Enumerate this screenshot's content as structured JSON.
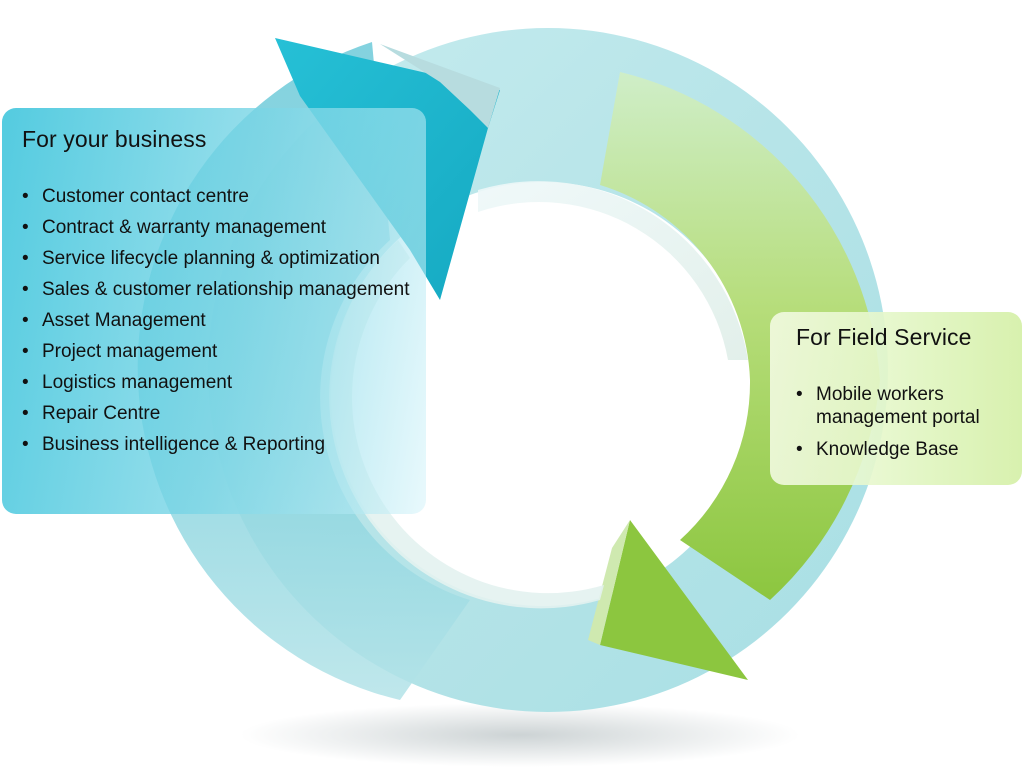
{
  "business": {
    "title": "For your business",
    "items": [
      "Customer contact centre",
      "Contract & warranty management",
      "Service lifecycle planning & optimization",
      "Sales & customer relationship management",
      "Asset Management",
      "Project management",
      "Logistics management",
      "Repair Centre",
      "Business intelligence & Reporting"
    ]
  },
  "field_service": {
    "title": "For Field Service",
    "items": [
      "Mobile workers management portal",
      "Knowledge Base"
    ]
  },
  "colors": {
    "cyan_arrow": "#1fbcd2",
    "teal_ring": "#8fd3dc",
    "green_arrow": "#8cc63f",
    "light_green": "#d9f0b8"
  }
}
